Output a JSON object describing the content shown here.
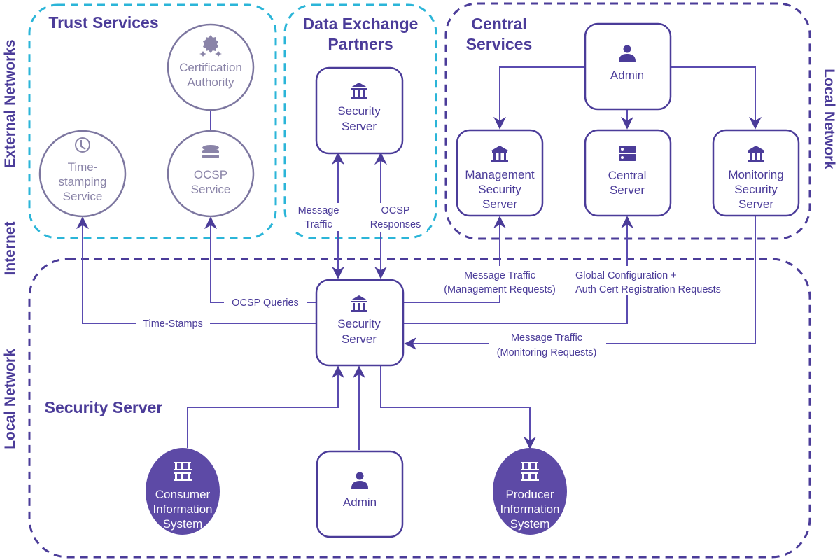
{
  "colors": {
    "primary": "#4b3c99",
    "external_zone": "#2bb5d8",
    "external_node": "#7d77a0",
    "external_text": "#8a84a8",
    "filled_node": "#5d4aa6",
    "line": "#5a4bb0"
  },
  "side_labels": {
    "external_networks": "External Networks",
    "internet": "Internet",
    "local_network_left": "Local Network",
    "local_network_right": "Local Network"
  },
  "groups": {
    "trust_services": "Trust Services",
    "data_exchange_partners": [
      "Data Exchange",
      "Partners"
    ],
    "central_services": [
      "Central",
      "Services"
    ],
    "security_server": "Security Server"
  },
  "nodes": {
    "certification_authority": {
      "lines": [
        "Certification",
        "Authority"
      ],
      "icon": "certificate-badge-icon"
    },
    "time_stamping": {
      "lines": [
        "Time-",
        "stamping",
        "Service"
      ],
      "icon": "clock-icon"
    },
    "ocsp_service": {
      "lines": [
        "OCSP",
        "Service"
      ],
      "icon": "database-icon"
    },
    "partner_security_server": {
      "lines": [
        "Security",
        "Server"
      ],
      "icon": "bank-icon"
    },
    "central_admin": {
      "lines": [
        "Admin"
      ],
      "icon": "user-icon"
    },
    "management_security_server": {
      "lines": [
        "Management",
        "Security",
        "Server"
      ],
      "icon": "bank-icon"
    },
    "central_server": {
      "lines": [
        "Central",
        "Server"
      ],
      "icon": "server-icon"
    },
    "monitoring_security_server": {
      "lines": [
        "Monitoring",
        "Security",
        "Server"
      ],
      "icon": "bank-icon"
    },
    "local_security_server": {
      "lines": [
        "Security",
        "Server"
      ],
      "icon": "bank-icon"
    },
    "consumer_is": {
      "lines": [
        "Consumer",
        "Information",
        "System"
      ],
      "icon": "building-blocks-icon"
    },
    "local_admin": {
      "lines": [
        "Admin"
      ],
      "icon": "user-icon"
    },
    "producer_is": {
      "lines": [
        "Producer",
        "Information",
        "System"
      ],
      "icon": "building-blocks-icon"
    }
  },
  "edges": {
    "message_traffic": [
      "Message",
      "Traffic"
    ],
    "ocsp_responses": [
      "OCSP",
      "Responses"
    ],
    "ocsp_queries": "OCSP Queries",
    "time_stamps": "Time-Stamps",
    "management_requests": [
      "Message Traffic",
      "(Management Requests)"
    ],
    "global_config": [
      "Global Configuration +",
      "Auth Cert Registration Requests"
    ],
    "monitoring_requests": [
      "Message Traffic",
      "(Monitoring Requests)"
    ]
  }
}
